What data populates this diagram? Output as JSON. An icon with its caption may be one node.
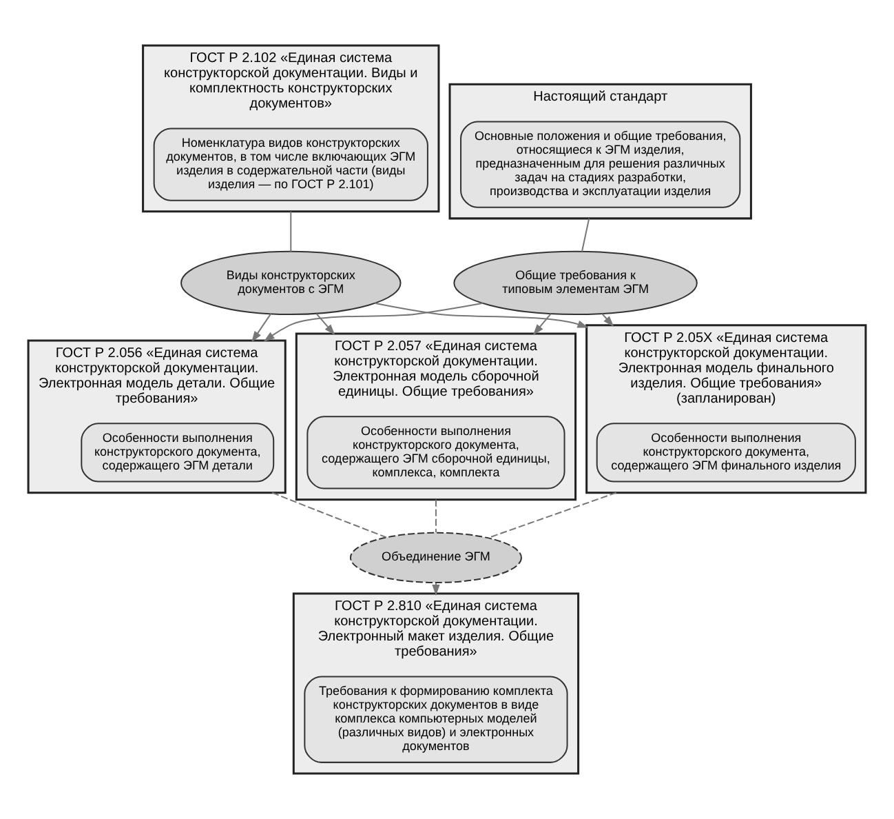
{
  "diagram": {
    "nodes": [
      {
        "text": [
          "ГОСТ Р 2.102 «Единая система конструкторской документации. Виды и комплектность конструкторских документов»"
        ]
      },
      {
        "text": [
          "Номенклатура видов конструкторских документов, в том числе включающих ЭГМ изделия в содержательной части (виды изделия — по ГОСТ Р 2.101)"
        ],
        "in": 0
      },
      {
        "text": [
          "Настоящий стандарт"
        ]
      },
      {
        "text": [
          "Основные положения и общие требования, относящиеся к ЭГМ изделия, предназначенным для решения различных задач на стадиях разработки, производства и эксплуатации изделия"
        ],
        "in": 2
      },
      {
        "text": [
          "Виды конструкторских документов с ЭГМ"
        ]
      },
      {
        "text": [
          "Общие требования к типовым элементам ЭГМ"
        ]
      },
      {
        "text": [
          "ГОСТ Р 2.056 «Единая система конструкторской документации. Электронная модель детали. Общие требования»"
        ]
      },
      {
        "text": [
          "Особенности выполнения конструкторского документа, содержащего ЭГМ детали"
        ],
        "in": 6
      },
      {
        "text": [
          "ГОСТ Р 2.057 «Единая система конструкторской документации. Электронная модель сборочной единицы. Общие требования»"
        ]
      },
      {
        "text": [
          "Особенности выполнения конструкторского документа, содержащего ЭГМ сборочной единицы, комплекса, комплекта"
        ],
        "in": 8
      },
      {
        "text": [
          "ГОСТ Р 2.05X «Единая система конструкторской документации. Электронная модель финального изделия. Общие требования» (запланирован)"
        ]
      },
      {
        "text": [
          "Особенности выполнения конструкторского документа, содержащего ЭГМ финального изделия"
        ],
        "in": 10
      },
      {
        "text": [
          "Объединение ЭГМ"
        ]
      },
      {
        "text": [
          "ГОСТ Р 2.810 «Единая система конструкторской документации. Электронный макет изделия. Общие требования»"
        ]
      },
      {
        "text": [
          "Требования к формированию комплекта конструкторских документов в виде комплекса компьютерных моделей (различных видов) и электронных документов"
        ],
        "in": 13
      }
    ],
    "edges": [
      {
        "from": 0,
        "to": 4,
        "arrow": "none"
      },
      {
        "from": 2,
        "to": 5,
        "arrow": "none"
      },
      {
        "from": 4,
        "to": 6,
        "arrow": "to"
      },
      {
        "from": 4,
        "to": 8,
        "arrow": "to"
      },
      {
        "from": 4,
        "to": 10,
        "arrow": "to"
      },
      {
        "from": 5,
        "to": 6,
        "arrow": "to"
      },
      {
        "from": 5,
        "to": 8,
        "arrow": "to"
      },
      {
        "from": 5,
        "to": 10,
        "arrow": "to"
      },
      {
        "from": 6,
        "to": 12,
        "arrow": "none",
        "style": "dashed"
      },
      {
        "from": 8,
        "to": 12,
        "arrow": "none",
        "style": "dashed"
      },
      {
        "from": 10,
        "to": 12,
        "arrow": "none",
        "style": "dashed"
      },
      {
        "from": 12,
        "to": 13,
        "arrow": "to",
        "style": "dashed"
      }
    ]
  }
}
